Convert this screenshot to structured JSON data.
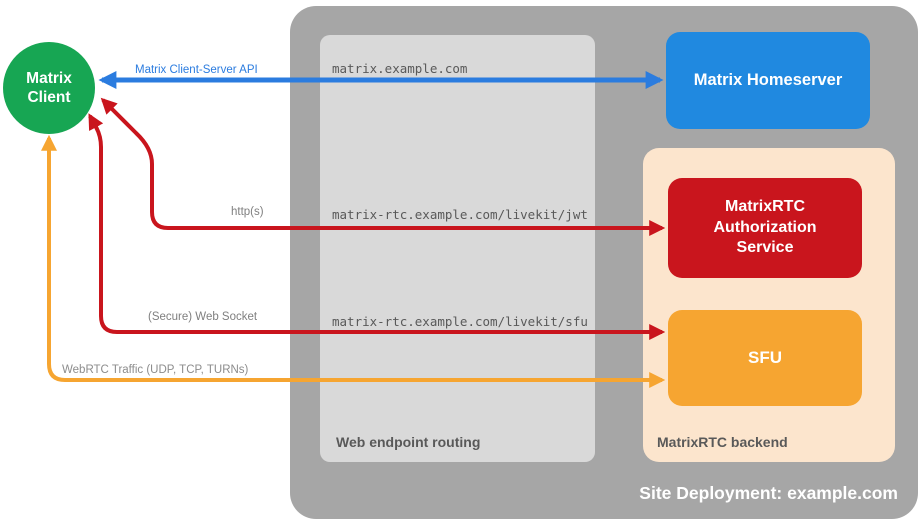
{
  "nodes": {
    "matrix_client": {
      "label": "Matrix\nClient",
      "color": "#17a653"
    },
    "matrix_homeserver": {
      "label": "Matrix Homeserver",
      "color": "#2089e0"
    },
    "matrixrtc_authorization_service": {
      "label": "MatrixRTC\nAuthorization\nService",
      "color": "#c9151d"
    },
    "sfu": {
      "label": "SFU",
      "color": "#f6a531"
    }
  },
  "containers": {
    "site_deployment": {
      "label": "Site Deployment: example.com",
      "color": "#a6a6a6"
    },
    "web_endpoint_routing": {
      "label": "Web endpoint routing",
      "color": "#d9d9d9"
    },
    "matrixrtc_backend": {
      "label": "MatrixRTC backend",
      "color": "#fce5cd"
    }
  },
  "endpoints": [
    {
      "text": "matrix.example.com"
    },
    {
      "text": "matrix-rtc.example.com/livekit/jwt"
    },
    {
      "text": "matrix-rtc.example.com/livekit/sfu"
    }
  ],
  "arrows": [
    {
      "label": "Matrix Client-Server API",
      "color": "#2b7cdf",
      "from": "Matrix Client",
      "to": "Matrix Homeserver",
      "bidirectional": true
    },
    {
      "label": "http(s)",
      "color": "#c9151d",
      "from": "Matrix Client",
      "to": "MatrixRTC Authorization Service",
      "bidirectional": true
    },
    {
      "label": "(Secure) Web Socket",
      "color": "#c9151d",
      "from": "Matrix Client",
      "to": "SFU",
      "bidirectional": true
    },
    {
      "label": "WebRTC Traffic (UDP, TCP, TURNs)",
      "color": "#f6a531",
      "from": "Matrix Client",
      "to": "SFU",
      "bidirectional": true
    }
  ]
}
